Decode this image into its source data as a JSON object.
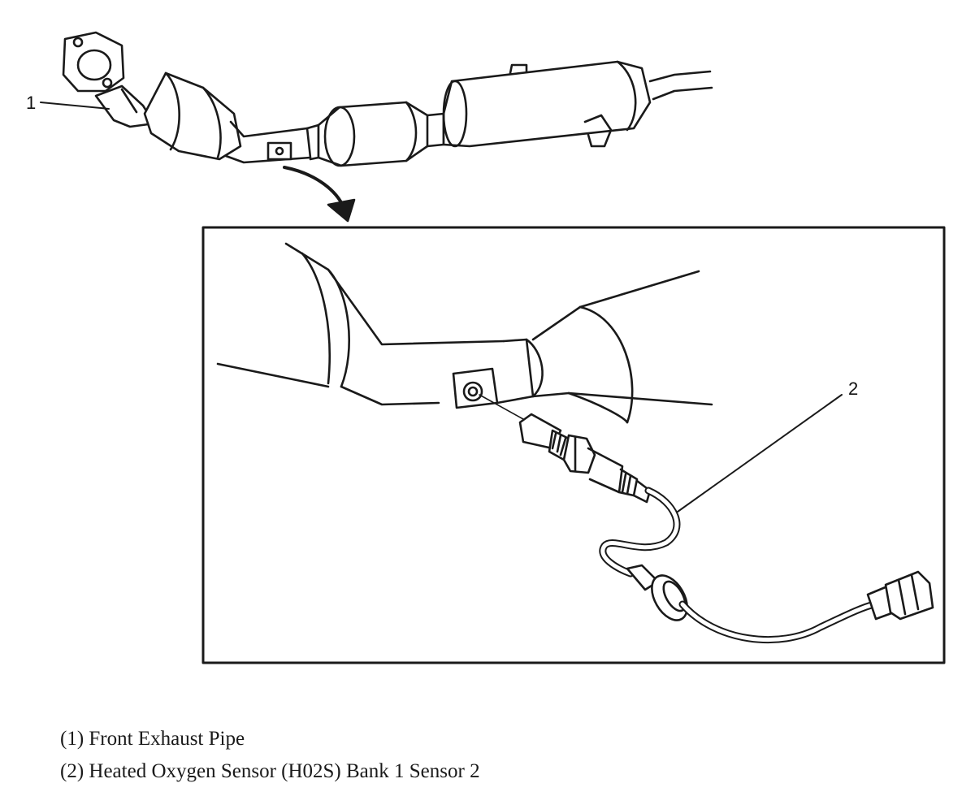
{
  "callouts": {
    "label_1": "1",
    "label_2": "2"
  },
  "legend": [
    "(1) Front Exhaust Pipe",
    "(2) Heated Oxygen Sensor (H02S) Bank 1 Sensor 2"
  ]
}
